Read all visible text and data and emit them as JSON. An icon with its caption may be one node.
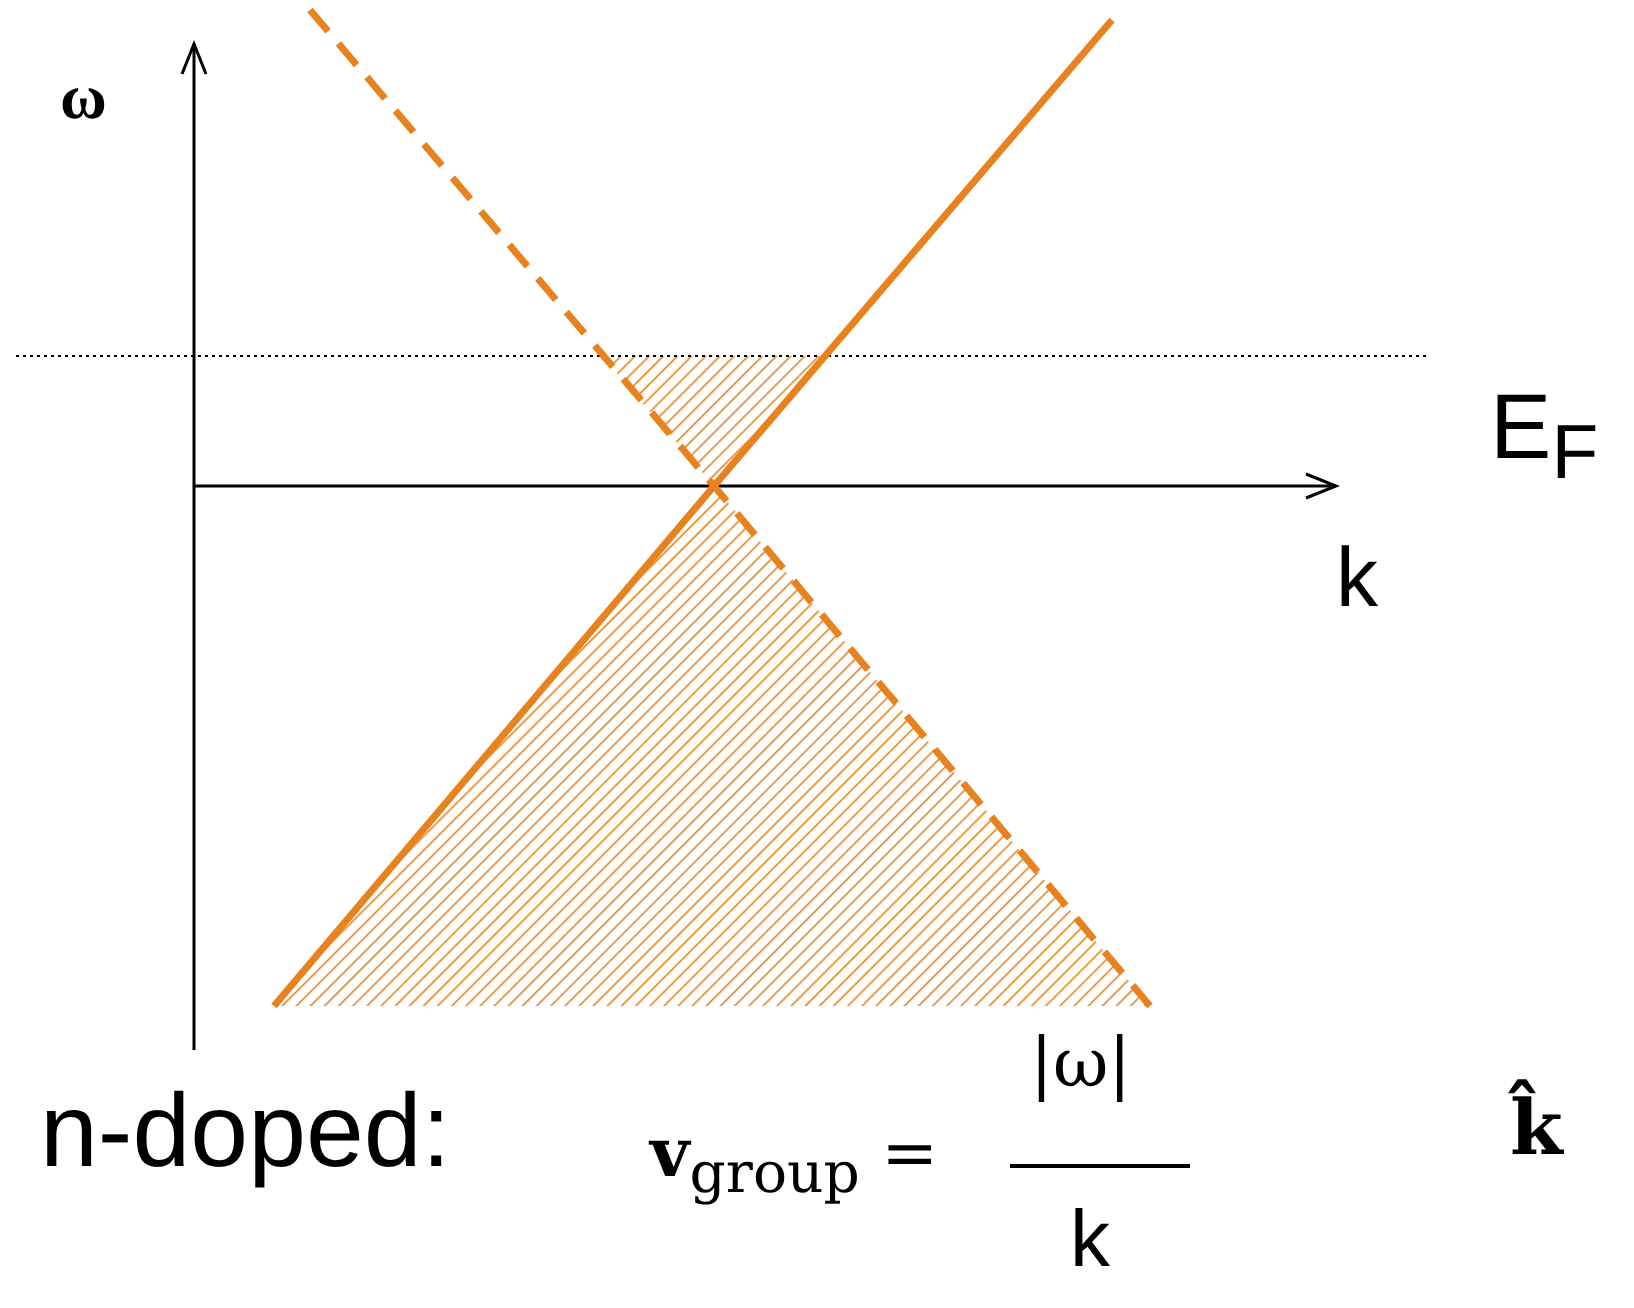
{
  "diagram": {
    "labels": [
      "ω",
      "E$_{F}$",
      "k",
      "n-doped:",
      "**v**$_{group}$ =",
      "|ω|",
      "k",
      "**k̂**"
    ]
  }
}
